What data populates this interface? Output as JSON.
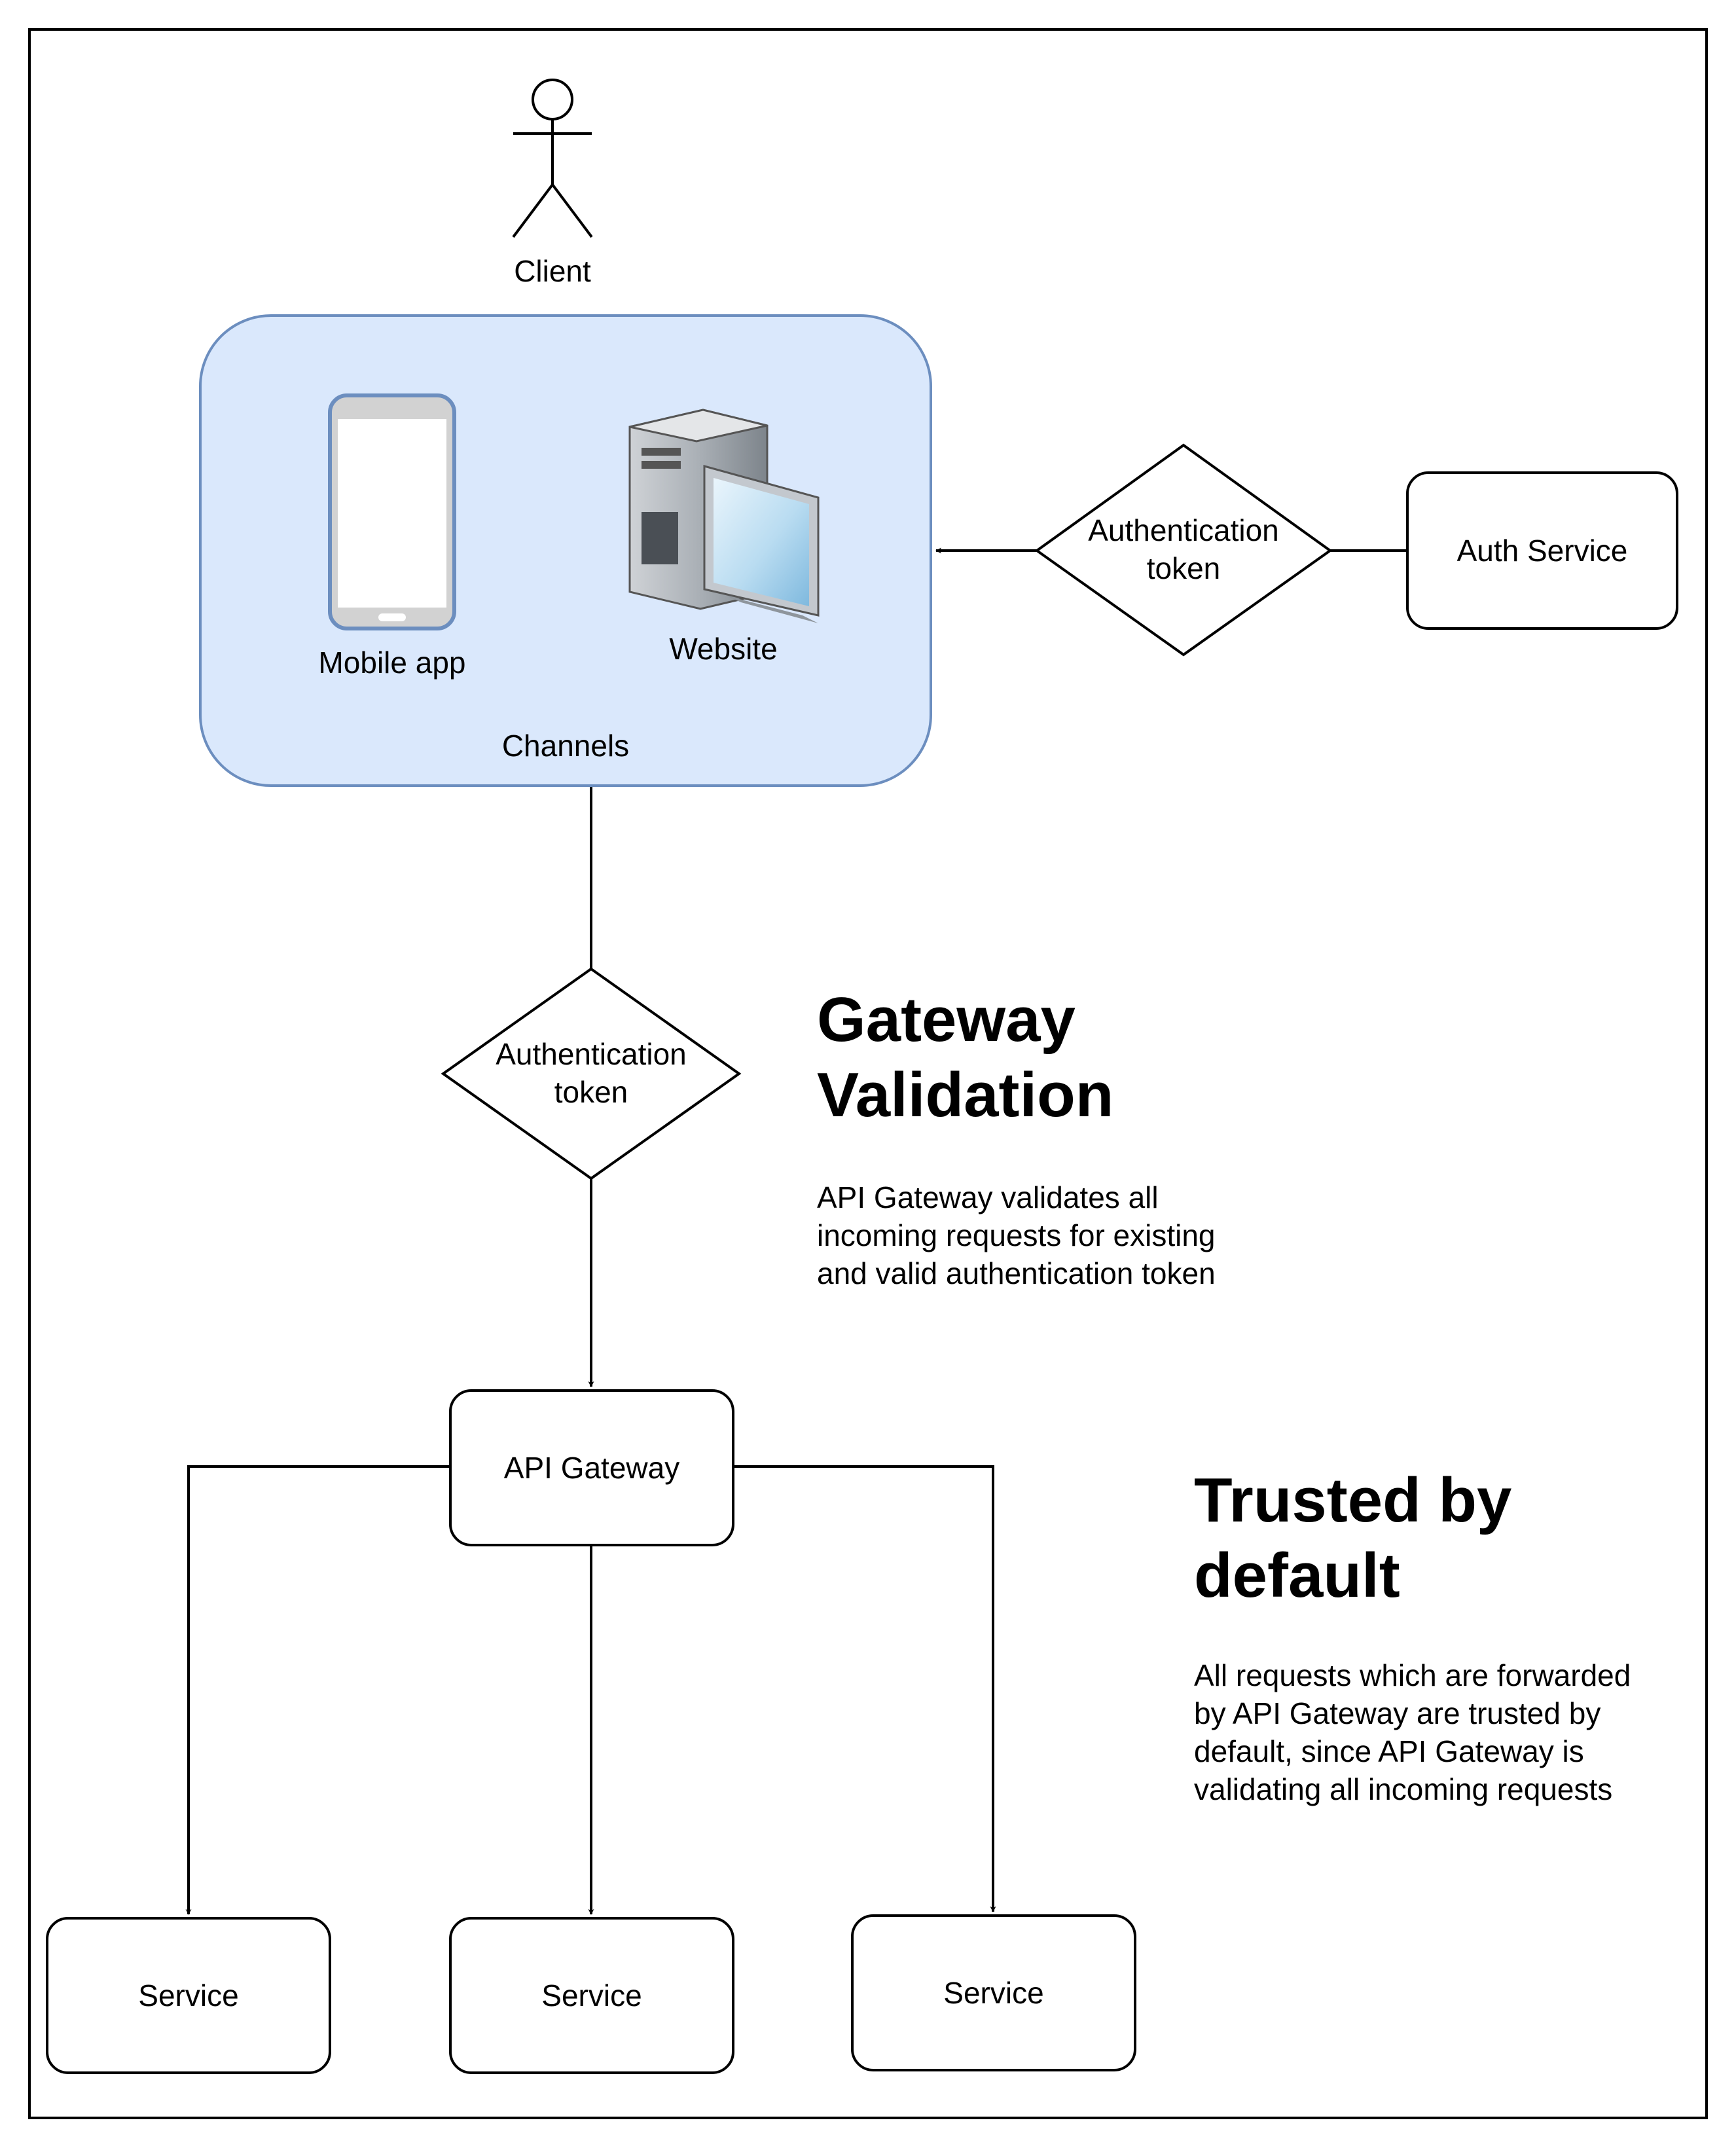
{
  "client": {
    "label": "Client"
  },
  "channels": {
    "label": "Channels",
    "mobile_app": {
      "label": "Mobile app",
      "icon": "smartphone-icon"
    },
    "website": {
      "label": "Website",
      "icon": "desktop-computer-icon"
    },
    "fill_color": "#dae8fc",
    "stroke_color": "#6c8ebf"
  },
  "auth_token_right": {
    "label": "Authentication\ntoken"
  },
  "auth_service": {
    "label": "Auth Service"
  },
  "auth_token_center": {
    "label": "Authentication\ntoken"
  },
  "api_gateway": {
    "label": "API Gateway"
  },
  "services": [
    {
      "label": "Service"
    },
    {
      "label": "Service"
    },
    {
      "label": "Service"
    }
  ],
  "gateway_validation": {
    "title": "Gateway\nValidation",
    "text": "API Gateway validates all\nincoming requests for existing\nand valid authentication token"
  },
  "trusted_by_default": {
    "title": "Trusted by\ndefault",
    "text": "All requests which are forwarded\nby API Gateway are trusted by\ndefault, since API Gateway is\nvalidating all incoming requests"
  }
}
